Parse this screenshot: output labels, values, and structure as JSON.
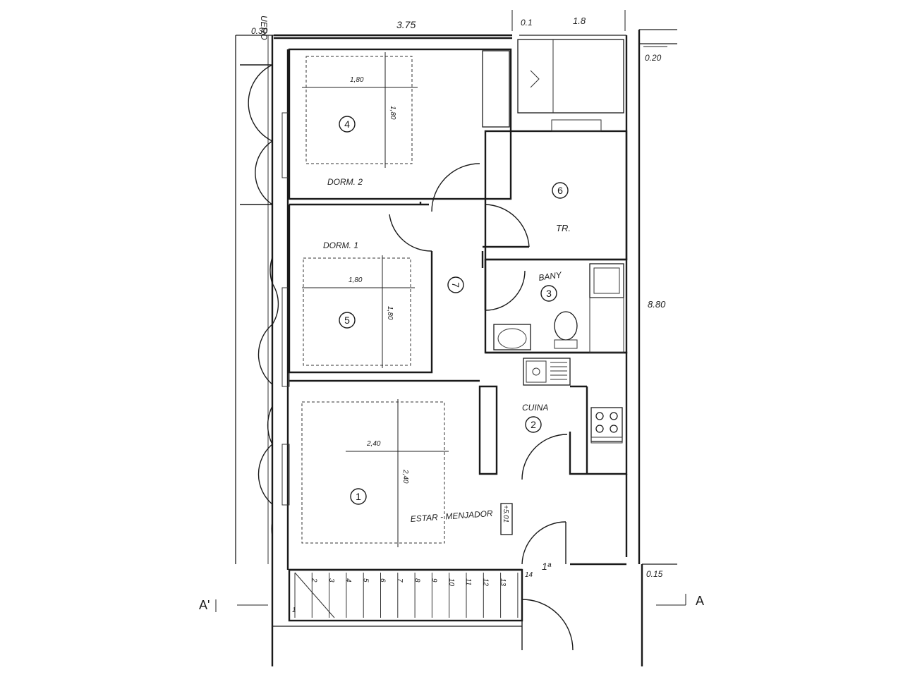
{
  "labels": {
    "hueco_vertical": "UERO",
    "dim_top_left": "0.30",
    "dim_top_main": "3.75",
    "dim_top_01": "0.1",
    "dim_top_18": "1.8",
    "dim_right_020": "0.20",
    "dim_right_880": "8.80",
    "dim_right_015": "0.15",
    "section_left": "A'",
    "section_right": "A",
    "level_marker": "+5.01",
    "floor_marker": "1ª"
  },
  "rooms": {
    "estar": {
      "number": "1",
      "name": "ESTAR - MENJADOR"
    },
    "cuina": {
      "number": "2",
      "name": "CUINA"
    },
    "bany": {
      "number": "3",
      "name": "BANY"
    },
    "dorm2": {
      "number": "4",
      "name": "DORM. 2"
    },
    "dorm1": {
      "number": "5",
      "name": "DORM. 1"
    },
    "tr": {
      "number": "6",
      "name": "TR."
    },
    "hall": {
      "number": "7"
    }
  },
  "furniture": {
    "bed_dorm2": {
      "width": "1,80",
      "depth": "1,80"
    },
    "bed_dorm1": {
      "width": "1,80",
      "depth": "1,80"
    },
    "area_estar": {
      "width": "2,40",
      "depth": "2,40"
    }
  },
  "stairs": {
    "steps": [
      "1",
      "2",
      "3",
      "4",
      "5",
      "6",
      "7",
      "8",
      "9",
      "10",
      "11",
      "12",
      "13",
      "14"
    ]
  }
}
